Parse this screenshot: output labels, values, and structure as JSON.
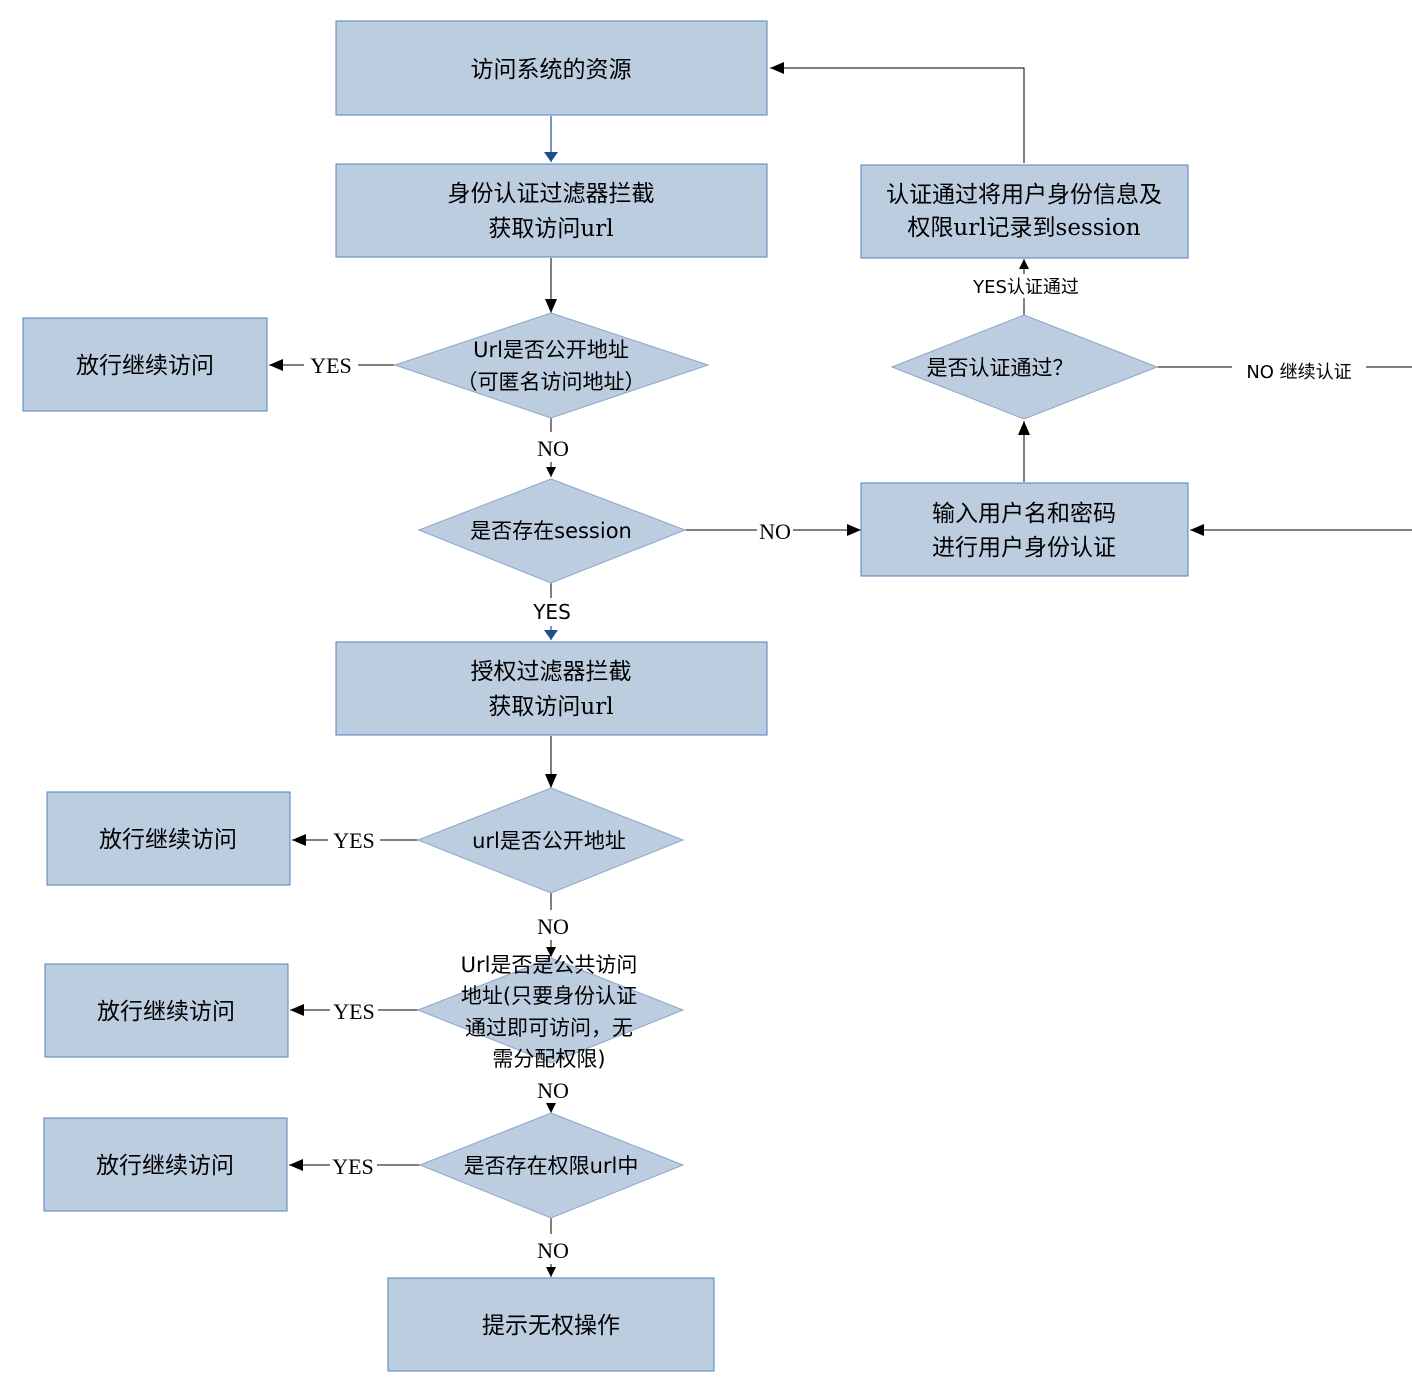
{
  "nodes": {
    "access_resource": [
      "访问系统的资源"
    ],
    "auth_filter": [
      "身份认证过滤器拦截",
      "获取访问url"
    ],
    "is_public_url": [
      "Url是否公开地址",
      "（可匿名访问地址）"
    ],
    "release_1": [
      "放行继续访问"
    ],
    "session_exists": [
      "是否存在session"
    ],
    "input_credentials": [
      "输入用户名和密码",
      "进行用户身份认证"
    ],
    "auth_passed_q": [
      "是否认证通过？"
    ],
    "record_session": [
      "认证通过将用户身份信息及",
      "权限url记录到session"
    ],
    "authz_filter": [
      "授权过滤器拦截",
      "获取访问url"
    ],
    "url_public_2": [
      "url是否公开地址"
    ],
    "release_2": [
      "放行继续访问"
    ],
    "is_common_url": [
      "Url是否是公共访问",
      "地址(只要身份认证",
      "通过即可访问，无",
      "需分配权限)"
    ],
    "release_3": [
      "放行继续访问"
    ],
    "in_permission_urls": [
      "是否存在权限url中"
    ],
    "release_4": [
      "放行继续访问"
    ],
    "no_permission": [
      "提示无权操作"
    ]
  },
  "edge_labels": {
    "yes_public": "YES",
    "no_public": "NO",
    "no_session": "NO",
    "yes_session": "YES",
    "yes_auth_passed": "YES认证通过",
    "no_continue_auth": "NO 继续认证",
    "yes_url_public_2": "YES",
    "no_url_public_2": "NO",
    "yes_common": "YES",
    "no_common": "NO",
    "yes_permission": "YES",
    "no_permission": "NO"
  },
  "colors": {
    "node_fill": "#bccde0",
    "box_border": "#4f81bd",
    "diamond_border": "#8aa6c8",
    "arrow_blue": "#1f4e8c",
    "line": "#000000"
  }
}
